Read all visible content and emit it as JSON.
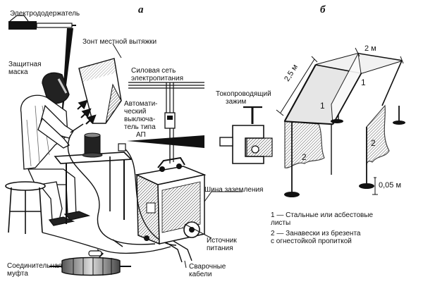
{
  "panels": {
    "a": "а",
    "b": "б"
  },
  "labels": {
    "electrode_holder": "Электрододержатель",
    "exhaust_hood": "Зонт местной вытяжки",
    "mask_line1": "Защитная",
    "mask_line2": "маска",
    "power_line1": "Силовая сеть",
    "power_line2": "электропитания",
    "breaker_line1": "Автомати-",
    "breaker_line2": "ческий",
    "breaker_line3": "выключа-",
    "breaker_line4": "тель типа",
    "breaker_line5": "АП",
    "clamp_line1": "Токопроводящий",
    "clamp_line2": "зажим",
    "ground_bus": "Шина заземления",
    "source_line1": "Источник",
    "source_line2": "питания",
    "cables_line1": "Сварочные",
    "cables_line2": "кабели",
    "coupling_line1": "Соединительная",
    "coupling_line2": "муфта"
  },
  "booth": {
    "width": "2 м",
    "depth": "2,5 м",
    "leg_height": "0,05 м",
    "marker_1": "1",
    "marker_2": "2"
  },
  "legend": {
    "item1_line1": "1 — Стальные или асбестовые",
    "item1_line2": "листы",
    "item2_line1": "2 — Занавески из брезента",
    "item2_line2": "с огнестойкой пропиткой"
  }
}
